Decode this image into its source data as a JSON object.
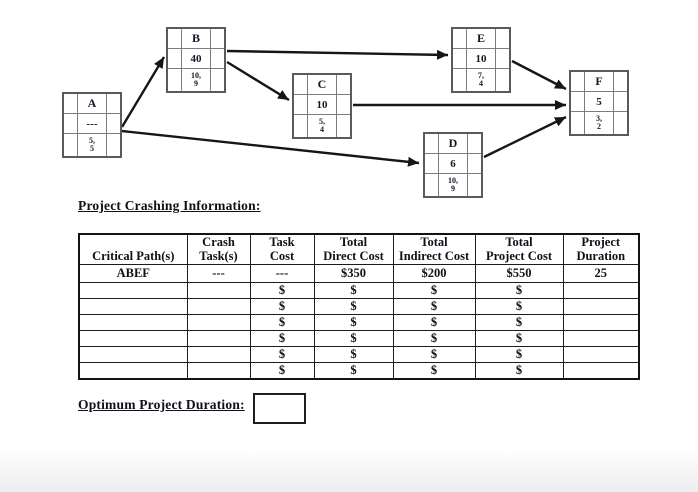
{
  "network": {
    "nodes": {
      "A": {
        "letter": "A",
        "cost": "---",
        "times": "5,\n5"
      },
      "B": {
        "letter": "B",
        "cost": "40",
        "times": "10,\n9"
      },
      "C": {
        "letter": "C",
        "cost": "10",
        "times": "5,\n4"
      },
      "D": {
        "letter": "D",
        "cost": "6",
        "times": "10,\n9"
      },
      "E": {
        "letter": "E",
        "cost": "10",
        "times": "7,\n4"
      },
      "F": {
        "letter": "F",
        "cost": "5",
        "times": "3,\n2"
      }
    },
    "edges": [
      "A→B",
      "A→D",
      "B→E",
      "B→C",
      "C→F",
      "E→F",
      "D→F"
    ]
  },
  "crashing_section": {
    "title": "Project Crashing Information:",
    "table": {
      "headers": [
        "Critical Path(s)",
        "Crash\nTask(s)",
        "Task\nCost",
        "Total\nDirect Cost",
        "Total\nIndirect Cost",
        "Total\nProject Cost",
        "Project\nDuration"
      ],
      "rows": [
        [
          "ABEF",
          "---",
          "---",
          "$350",
          "$200",
          "$550",
          "25"
        ],
        [
          "",
          "",
          "$",
          "$",
          "$",
          "$",
          ""
        ],
        [
          "",
          "",
          "$",
          "$",
          "$",
          "$",
          ""
        ],
        [
          "",
          "",
          "$",
          "$",
          "$",
          "$",
          ""
        ],
        [
          "",
          "",
          "$",
          "$",
          "$",
          "$",
          ""
        ],
        [
          "",
          "",
          "$",
          "$",
          "$",
          "$",
          ""
        ],
        [
          "",
          "",
          "$",
          "$",
          "$",
          "$",
          ""
        ]
      ]
    }
  },
  "optimum": {
    "label": "Optimum Project Duration:",
    "value": ""
  },
  "colors": {
    "arrow": "#161616",
    "table_border": "#1c1c1c",
    "node_border": "#5a5a5a",
    "text": "#101018"
  }
}
